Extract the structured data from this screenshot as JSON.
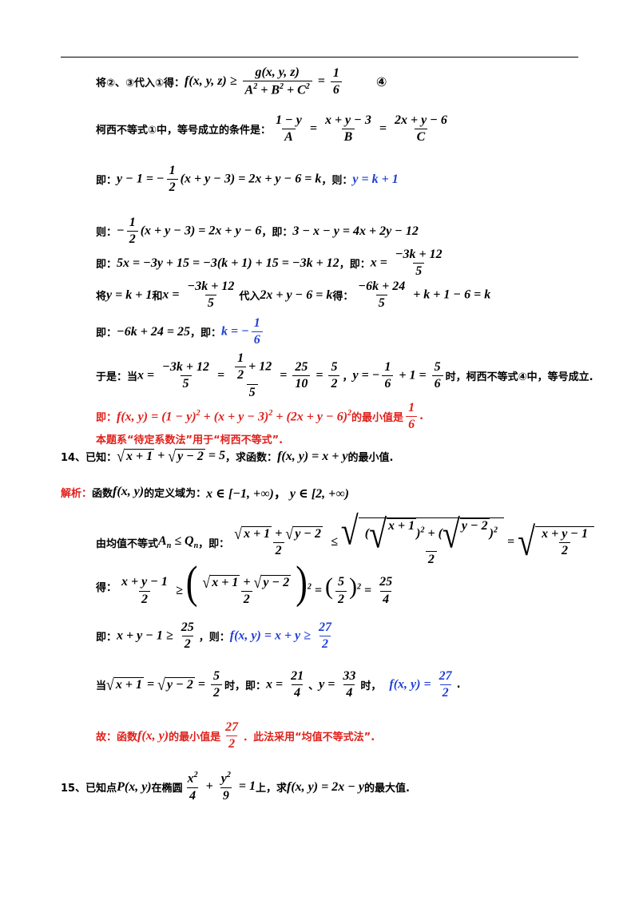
{
  "text": {
    "l1_pre": "将②、③代入①得：",
    "l1_num": "④",
    "l2_pre": "柯西不等式①中，等号成立的条件是：",
    "jiqu": "即：",
    "ze": "则：",
    "comma_ze": "，则：",
    "comma_ji": "，即：",
    "jiang": "将",
    "he": "和",
    "dairu": "代入",
    "de": "得：",
    "yushi_dang": "于是：当",
    "comma": "，",
    "shi_cauchy": "时，柯西不等式④中，等号成立.",
    "l11_tail": "的最小值是",
    "period": ".",
    "l12": "本题系“待定系数法”用于“柯西不等式”.",
    "p14_label": "14、已知：",
    "p14_mid": "，求函数：",
    "p14_tail": "的最小值.",
    "jiexi": "解析：",
    "hanshu": "函数",
    "domain_text": "的定义域为：",
    "mean_pre": "由均值不等式",
    "dang": "当",
    "shi_ji": "时，即：",
    "dun": "、",
    "shi": "时，",
    "gu_pre": "故：函数",
    "gu_mid": "的最小值是",
    "gu_tail": "．此法采用“均值不等式法”.",
    "p15_pre": "15、已知点",
    "p15_mid1": "在椭圆",
    "p15_mid2": "上，求",
    "p15_tail": "的最大值."
  },
  "colors": {
    "blue": "#1f3fd6",
    "red": "#e0201b"
  }
}
